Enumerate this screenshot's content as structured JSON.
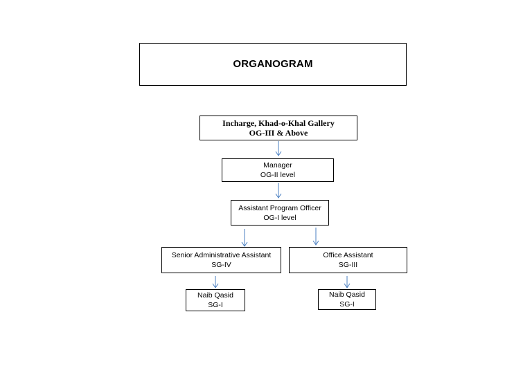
{
  "title": "ORGANOGRAM",
  "nodes": {
    "incharge": {
      "line1": "Incharge, Khad-o-Khal  Gallery",
      "line2": "OG-III & Above"
    },
    "manager": {
      "line1": "Manager",
      "line2": "OG-II level"
    },
    "apo": {
      "line1": "Assistant Program Officer",
      "line2": "OG-I level"
    },
    "saa": {
      "line1": "Senior Administrative Assistant",
      "line2": "SG-IV"
    },
    "oa": {
      "line1": "Office Assistant",
      "line2": "SG-III"
    },
    "naib1": {
      "line1": "Naib Qasid",
      "line2": "SG-I"
    },
    "naib2": {
      "line1": "Naib Qasid",
      "line2": "SG-I"
    }
  },
  "colors": {
    "connector": "#4a7fc1",
    "border": "#000000"
  }
}
